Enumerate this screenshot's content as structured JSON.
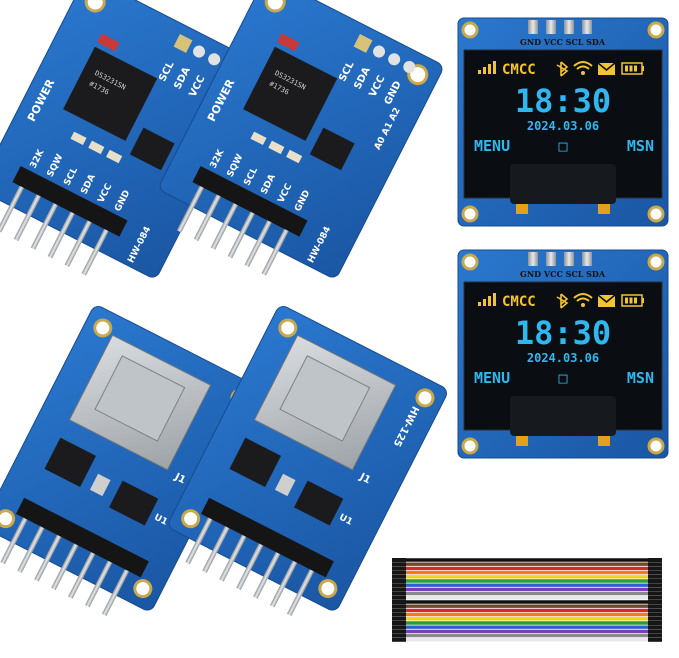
{
  "rtc_module": {
    "pin_labels_top": [
      "SCL",
      "SDA",
      "VCC",
      "GND"
    ],
    "pin_labels_bottom": [
      "32K",
      "SQW",
      "SCL",
      "SDA",
      "VCC",
      "GND"
    ],
    "power_label": "POWER",
    "address_labels": "A0 A1 A2",
    "model": "HW-084",
    "chip_text": [
      "DS3231SN",
      "#1736",
      "*"
    ]
  },
  "sd_module": {
    "model": "HW-125",
    "connector_label": "J1",
    "ic_label": "U1"
  },
  "oled_display": {
    "header_pins": "GND VCC SCL SDA",
    "carrier": "CMCC",
    "time": "18:30",
    "date": "2024.03.06",
    "menu_left": "MENU",
    "menu_center": "□",
    "menu_right": "MSN"
  },
  "colors": {
    "pcb_blue": "#1f63b8",
    "oled_yellow": "#f4c430",
    "oled_cyan": "#2fb8f0",
    "screen_black": "#0a0d12"
  },
  "jumper_wire_colors": [
    "#111111",
    "#6b4a2b",
    "#d62b2b",
    "#f07a1d",
    "#f2d21b",
    "#2c9c3a",
    "#2f5fd0",
    "#7a3fb5",
    "#8a8a8a",
    "#f4f4f4"
  ]
}
